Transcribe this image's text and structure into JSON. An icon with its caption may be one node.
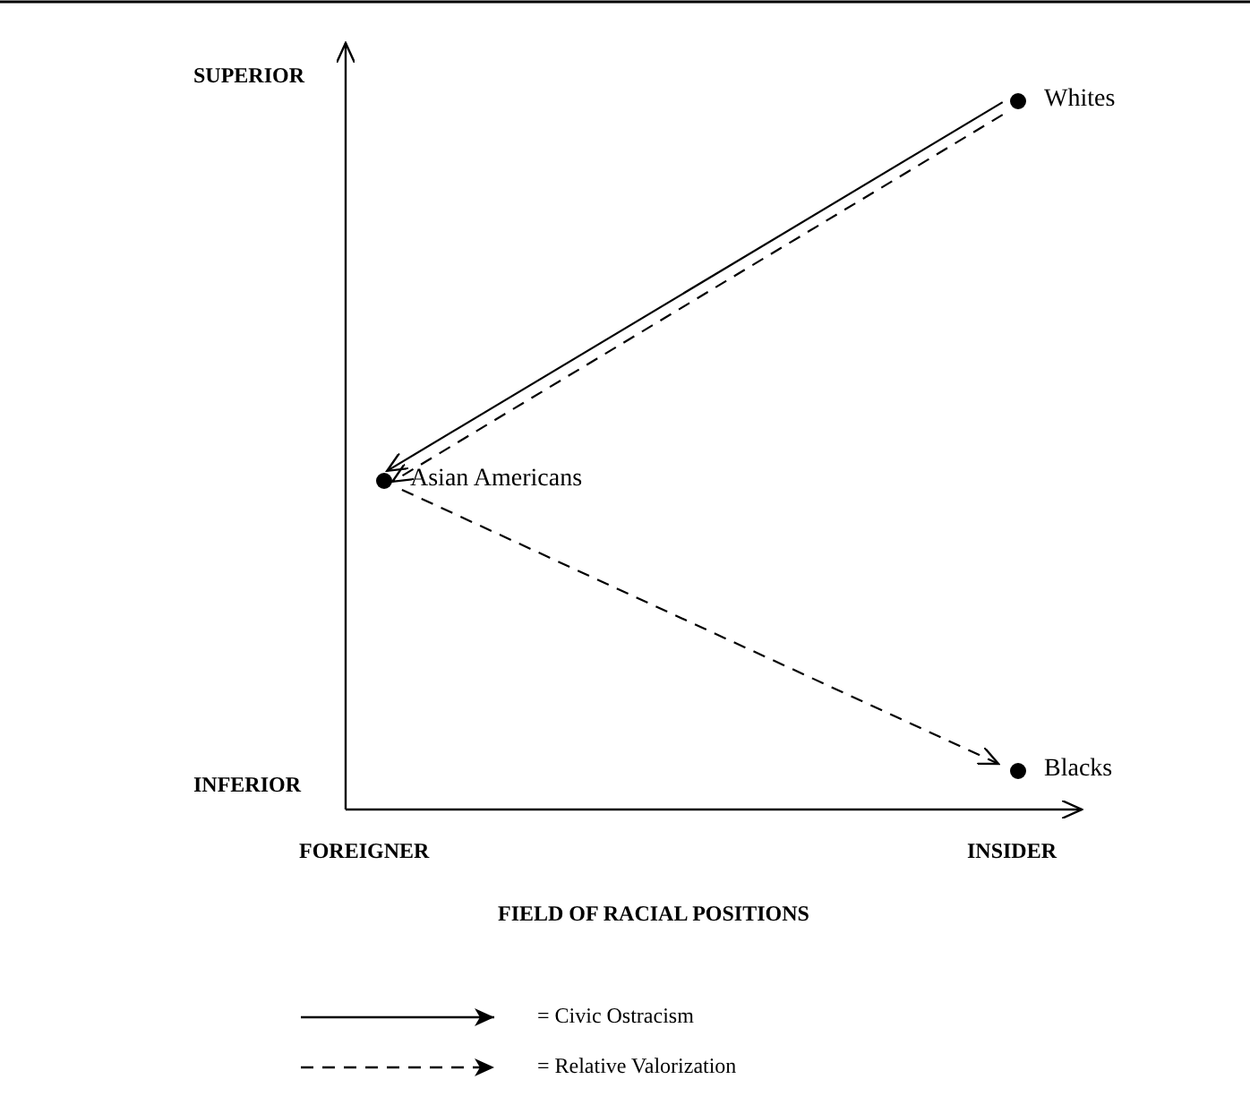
{
  "diagram": {
    "nodes": [
      {
        "text": [],
        "shape": "circle",
        "beside": [
          "Whites"
        ]
      },
      {
        "text": [],
        "shape": "circle",
        "beside": [
          "Asian Americans"
        ]
      },
      {
        "text": [],
        "shape": "circle",
        "beside": [
          "Blacks"
        ]
      }
    ],
    "edges": [
      {
        "from": 0,
        "to": 1,
        "arrow": "to"
      },
      {
        "from": 0,
        "to": 1,
        "arrow": "to",
        "style": "dashed"
      },
      {
        "from": 1,
        "to": 2,
        "arrow": "to",
        "style": "dashed"
      }
    ],
    "labels": [
      "SUPERIOR",
      "INFERIOR",
      "FOREIGNER",
      "INSIDER",
      "FIELD OF RACIAL POSITIONS"
    ],
    "legend": [
      {
        "text": "= Civic Ostracism"
      },
      {
        "text": "= Relative Valorization"
      }
    ]
  }
}
